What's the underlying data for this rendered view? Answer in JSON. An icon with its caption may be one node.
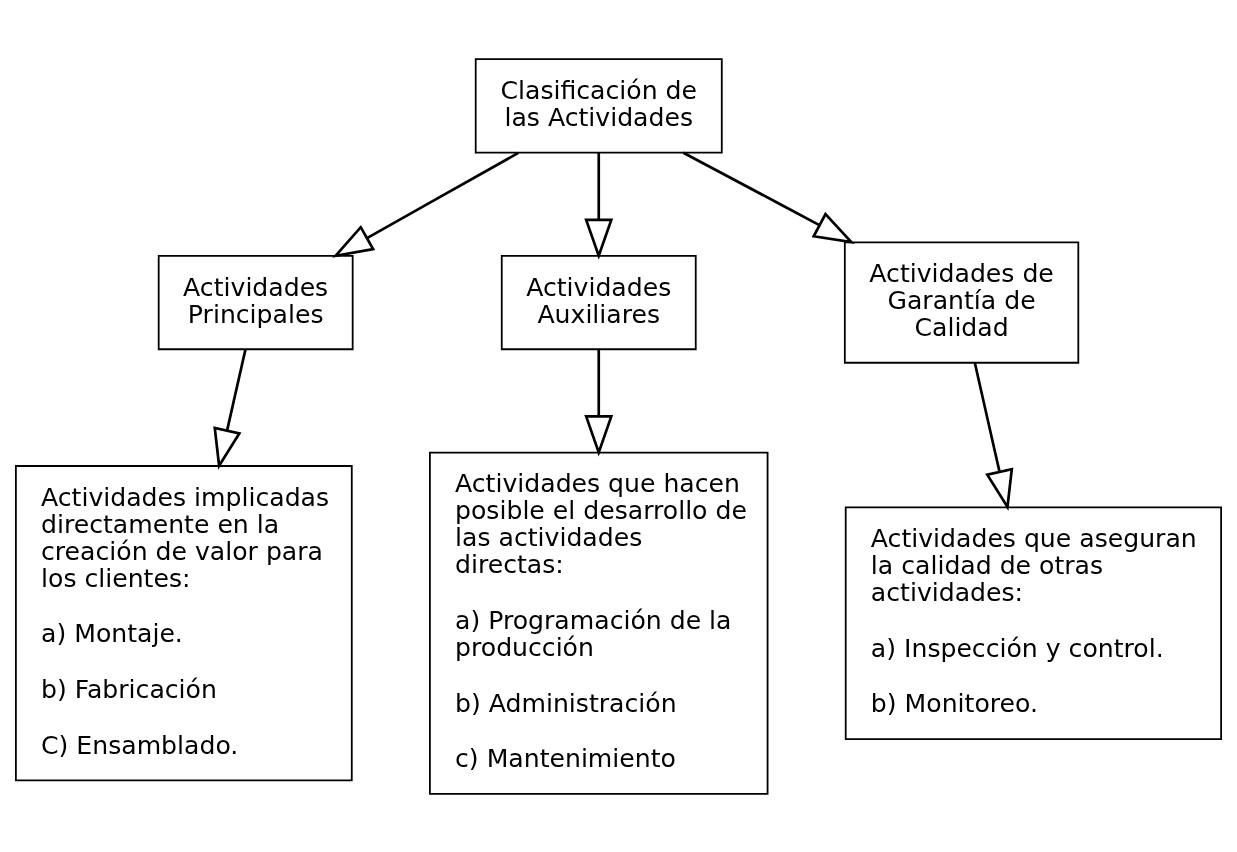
{
  "diagram": {
    "nodes": [
      {
        "text": [
          "Clasificación de las Actividades"
        ]
      },
      {
        "text": [
          "Actividades Principales"
        ]
      },
      {
        "text": [
          "Actividades Auxiliares"
        ]
      },
      {
        "text": [
          "Actividades de Garantía de Calidad"
        ]
      },
      {
        "text": [
          "Actividades implicadas directamente en la creación de valor para los clientes:",
          "a) Montaje.",
          "b) Fabricación",
          "C) Ensamblado."
        ]
      },
      {
        "text": [
          "Actividades que hacen posible el desarrollo de las actividades directas:",
          "a) Programación de la producción",
          "b) Administración",
          "c) Mantenimiento"
        ]
      },
      {
        "text": [
          "Actividades que aseguran la calidad de otras actividades:",
          "a) Inspección y control.",
          "b) Monitoreo."
        ]
      }
    ],
    "edges": [
      {
        "from": 0,
        "to": 1,
        "arrow": "to"
      },
      {
        "from": 0,
        "to": 2,
        "arrow": "to"
      },
      {
        "from": 0,
        "to": 3,
        "arrow": "to"
      },
      {
        "from": 1,
        "to": 4,
        "arrow": "to"
      },
      {
        "from": 2,
        "to": 5,
        "arrow": "to"
      },
      {
        "from": 3,
        "to": 6,
        "arrow": "to"
      }
    ]
  }
}
